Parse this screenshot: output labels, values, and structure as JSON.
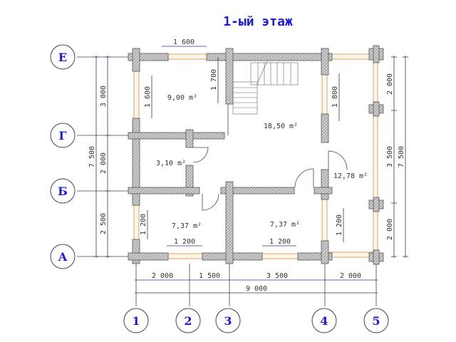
{
  "title": "1-ый этаж",
  "axes_letters": [
    "Е",
    "Г",
    "Б",
    "А"
  ],
  "axes_numbers": [
    "1",
    "2",
    "3",
    "4",
    "5"
  ],
  "rooms": [
    {
      "area": "9,00 m²"
    },
    {
      "area": "18,50 m²"
    },
    {
      "area": "3,10 m²"
    },
    {
      "area": "12,78 m²"
    },
    {
      "area": "7,37 m²"
    },
    {
      "area": "7,37 m²"
    }
  ],
  "dimensions": {
    "left_outer": "7 500",
    "left_segments": [
      "3 000",
      "2 000",
      "2 500"
    ],
    "right_outer": "7 500",
    "right_segments": [
      "2 000",
      "3 500",
      "2 000"
    ],
    "bottom_segments": [
      "2 000",
      "1 500",
      "3 500",
      "2 000"
    ],
    "bottom_total": "9 000",
    "window_top": "1 600",
    "window_left_top": "1 600",
    "wall_1700": "1 700",
    "window_right_top": "1 800",
    "window_left_bottom": "1 200",
    "window_bottom_left": "1 200",
    "window_bottom_mid": "1 200",
    "window_right_bottom": "1 200"
  },
  "colors": {
    "accent": "#1a1adf",
    "window": "#d9a46a"
  }
}
